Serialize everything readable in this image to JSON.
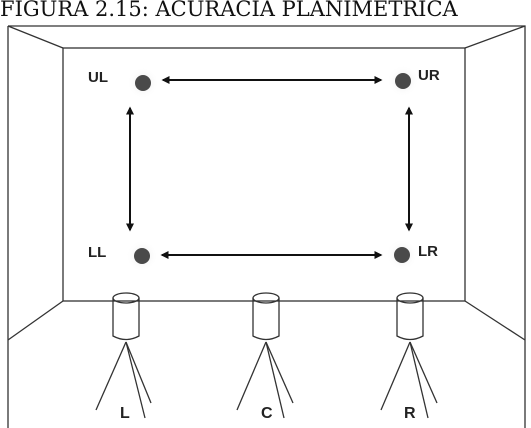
{
  "title": "FIGURA 2.15: ACURACIA PLANIMETRICA",
  "targets": [
    {
      "id": "ul",
      "label": "UL"
    },
    {
      "id": "ur",
      "label": "UR"
    },
    {
      "id": "ll",
      "label": "LL"
    },
    {
      "id": "lr",
      "label": "LR"
    }
  ],
  "cameras": [
    {
      "id": "l",
      "label": "L"
    },
    {
      "id": "c",
      "label": "C"
    },
    {
      "id": "r",
      "label": "R"
    }
  ],
  "colors": {
    "line": "#333333",
    "target": "#4a4a4a",
    "background": "#ffffff"
  }
}
